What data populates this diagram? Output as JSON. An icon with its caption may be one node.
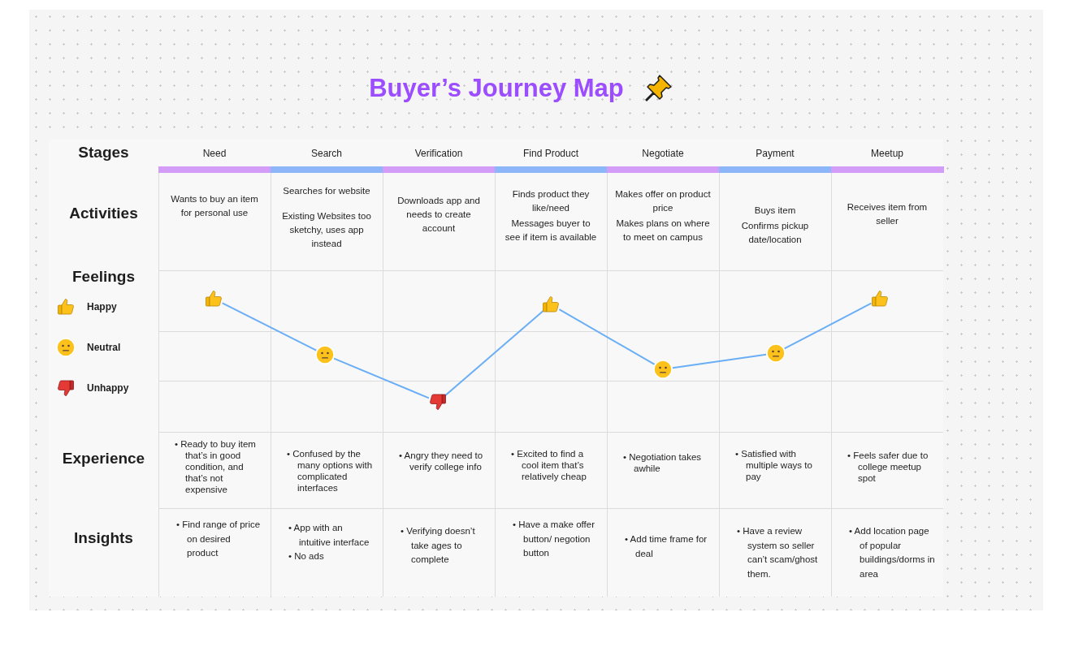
{
  "diagram": {
    "title": "Buyer’s Journey Map",
    "nodes": [
      {
        "text": [],
        "shape": "picture"
      },
      {
        "text": [],
        "shape": "picture"
      },
      {
        "text": [],
        "shape": "picture"
      },
      {
        "text": [],
        "shape": "picture"
      },
      {
        "text": [],
        "shape": "picture"
      },
      {
        "text": [],
        "shape": "picture"
      },
      {
        "text": [],
        "shape": "picture"
      }
    ],
    "edges": [
      {
        "from": 0,
        "to": 1,
        "arrow": "none"
      },
      {
        "from": 1,
        "to": 2,
        "arrow": "none"
      },
      {
        "from": 2,
        "to": 3,
        "arrow": "none"
      },
      {
        "from": 3,
        "to": 4,
        "arrow": "none"
      },
      {
        "from": 4,
        "to": 5,
        "arrow": "none"
      },
      {
        "from": 5,
        "to": 6,
        "arrow": "none"
      }
    ],
    "labels": [
      "Stages",
      "Need",
      "Search",
      "Verification",
      "Find Product",
      "Negotiate",
      "Payment",
      "Meetup",
      "Activities",
      "Wants to buy an item for personal use",
      "Searches for website",
      "Existing Websites too sketchy, uses app instead",
      "Downloads app and needs to create account",
      "Finds product they like/need",
      "Messages buyer to see if item is available",
      "Makes offer on product price",
      "Makes plans on where to meet on campus",
      "Buys item",
      "Confirms pickup date/location",
      "Receives item from seller",
      "Feelings",
      "Experience",
      "• Ready to buy item that’s in good condition, and that’s not expensive",
      "• Confused by the many options with complicated interfaces",
      "• Angry they need to verify college info",
      "• Excited to find a cool item that’s relatively cheap",
      "• Negotiation takes awhile",
      "• Satisfied with multiple ways to pay",
      "• Feels safer due to college meetup spot",
      "Insights",
      "• Find range of price on desired product",
      "• App with an intuitive interface",
      "• No ads",
      "• Verifying doesn’t take ages to complete",
      "• Have a make offer button/ negotion button",
      "• Add time frame for deal",
      "• Have a review system so seller can’t scam/ghost them.",
      "• Add location page of popular buildings/dorms in area"
    ],
    "legend": [
      {
        "text": "Happy"
      },
      {
        "text": "Neutral"
      },
      {
        "text": "Unhappy"
      }
    ]
  }
}
